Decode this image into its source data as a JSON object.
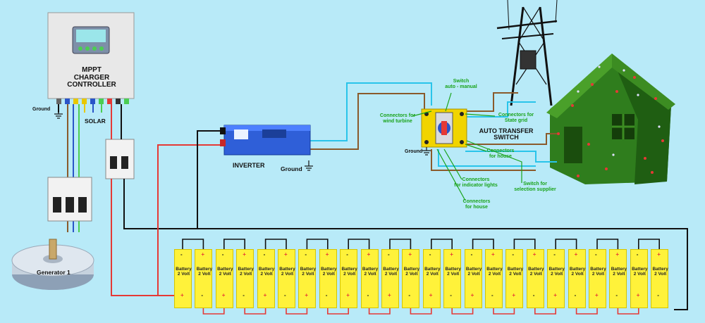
{
  "labels": {
    "mppt": "MPPT CHARGER\nCONTROLLER",
    "solar": "SOLAR",
    "ground_left": "Ground",
    "inverter": "INVERTER",
    "ground_inverter": "Ground",
    "ground_switch": "Ground",
    "ats": "AUTO TRANSFER\nSWITCH",
    "generator": "Generator 1"
  },
  "annotations": {
    "switch_mode": "Switch\nauto - manual",
    "wind_turbine": "Connectors for\nwind turbine",
    "state_grid": "Connectors for\nState grid",
    "house_right": "Connectors\nfor house",
    "indicator_lights": "Connectors\nfor indicator lights",
    "selection_supplier": "Switch for\nselection supplier",
    "house_bottom": "Connectors\nfor house"
  },
  "battery": {
    "first_label": "Battery\n2 Volt",
    "label": "Battery\n2 Volt",
    "count": 24,
    "plus": "+",
    "minus": "-"
  },
  "colors": {
    "background": "#b8eaf8",
    "battery": "#fff23a",
    "positive_wire": "#e53935",
    "negative_wire": "#111111",
    "dc_wire": "#8a5a2b",
    "ac_wire": "#29c4ea",
    "annotation": "#1aa31a"
  }
}
